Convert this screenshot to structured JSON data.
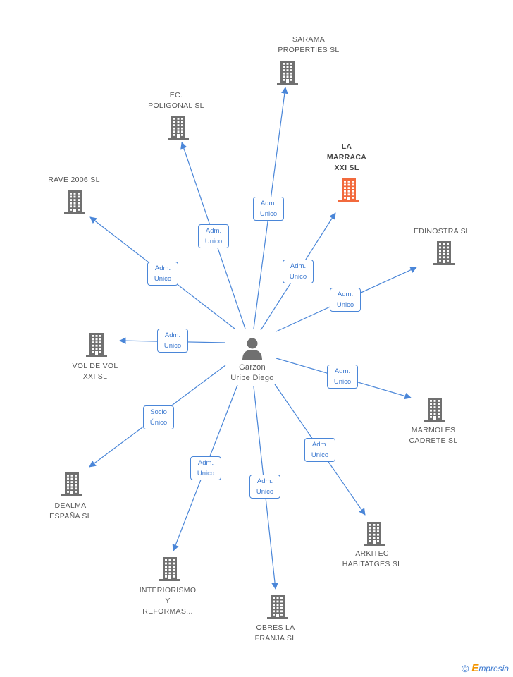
{
  "colors": {
    "edge": "#4a86d8",
    "building": "#707070",
    "highlight_building": "#f26a3d",
    "person": "#707070"
  },
  "center": {
    "name": "Garzon\nUribe Diego",
    "icon": "person-icon"
  },
  "companies": [
    {
      "id": "sarama",
      "name": "SARAMA\nPROPERTIES SL",
      "relation": [
        "Adm.",
        "Unico"
      ],
      "highlight": false,
      "icon": "building-icon"
    },
    {
      "id": "ec-poligonal",
      "name": "EC.\nPOLIGONAL SL",
      "relation": [
        "Adm.",
        "Unico"
      ],
      "highlight": false,
      "icon": "building-icon"
    },
    {
      "id": "la-marraca",
      "name": "LA\nMARRACA\nXXI SL",
      "relation": [
        "Adm.",
        "Unico"
      ],
      "highlight": true,
      "icon": "building-icon"
    },
    {
      "id": "rave-2006",
      "name": "RAVE 2006 SL",
      "relation": [
        "Adm.",
        "Unico"
      ],
      "highlight": false,
      "icon": "building-icon"
    },
    {
      "id": "edinostra",
      "name": "EDINOSTRA SL",
      "relation": [
        "Adm.",
        "Unico"
      ],
      "highlight": false,
      "icon": "building-icon"
    },
    {
      "id": "vol-de-vol",
      "name": "VOL DE VOL\nXXI SL",
      "relation": [
        "Adm.",
        "Unico"
      ],
      "highlight": false,
      "icon": "building-icon"
    },
    {
      "id": "marmoles-cadrete",
      "name": "MARMOLES\nCADRETE SL",
      "relation": [
        "Adm.",
        "Unico"
      ],
      "highlight": false,
      "icon": "building-icon"
    },
    {
      "id": "dealma-espana",
      "name": "DEALMA\nESPAÑA SL",
      "relation": [
        "Socio",
        "Único"
      ],
      "highlight": false,
      "icon": "building-icon"
    },
    {
      "id": "arkitec",
      "name": "ARKITEC\nHABITATGES SL",
      "relation": [
        "Adm.",
        "Unico"
      ],
      "highlight": false,
      "icon": "building-icon"
    },
    {
      "id": "interiorismo",
      "name": "INTERIORISMO\nY\nREFORMAS...",
      "relation": [
        "Adm.",
        "Unico"
      ],
      "highlight": false,
      "icon": "building-icon"
    },
    {
      "id": "obres-la-franja",
      "name": "OBRES LA\nFRANJA SL",
      "relation": [
        "Adm.",
        "Unico"
      ],
      "highlight": false,
      "icon": "building-icon"
    }
  ],
  "footer": {
    "copyright": "©",
    "brand_initial": "E",
    "brand_rest": "mpresia"
  }
}
